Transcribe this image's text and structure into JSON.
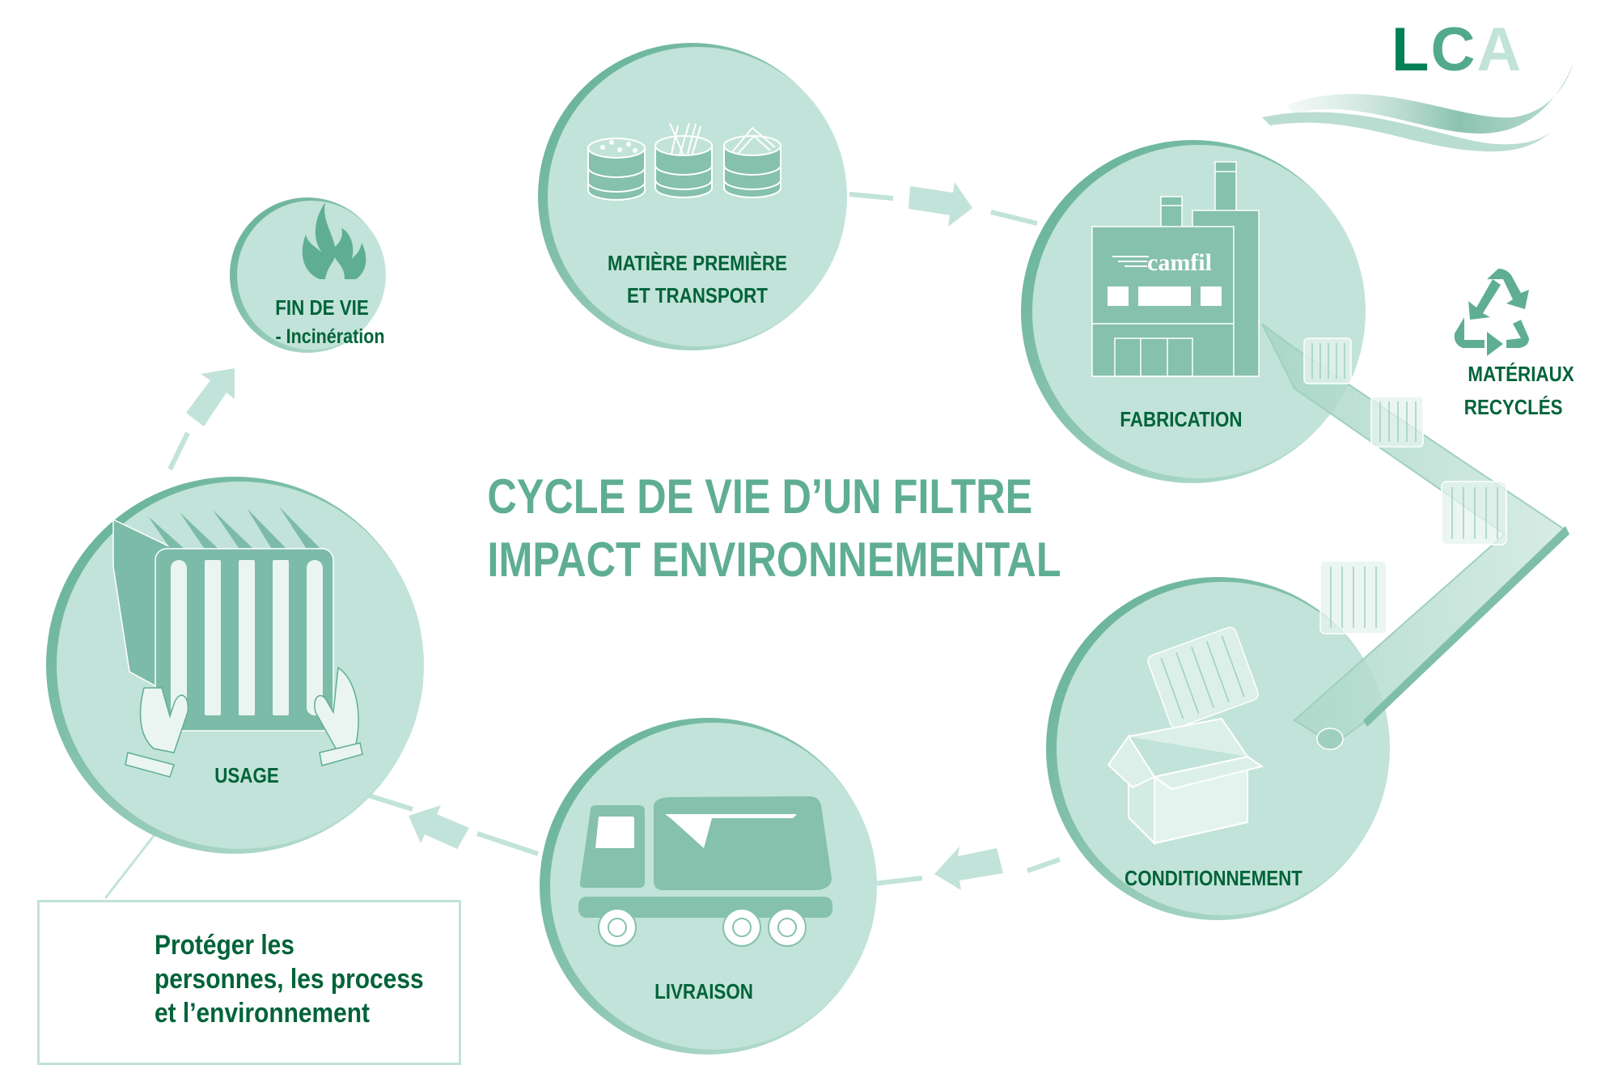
{
  "logo": {
    "letters": [
      "L",
      "C",
      "A"
    ],
    "colors": [
      "#008054",
      "#52a98d",
      "#c0e2d8"
    ]
  },
  "title": {
    "line1": "CYCLE DE VIE D’UN FILTRE",
    "line2": "IMPACT ENVIRONNEMENTAL"
  },
  "stages": [
    {
      "id": "matiere",
      "label_line1": "MATIÈRE PREMIÈRE",
      "label_line2": "ET TRANSPORT",
      "icon": "material-barrels-icon"
    },
    {
      "id": "fabrication",
      "label_line1": "FABRICATION",
      "icon": "factory-icon",
      "brand": "camfil"
    },
    {
      "id": "conditionnement",
      "label_line1": "CONDITIONNEMENT",
      "icon": "packaging-box-icon"
    },
    {
      "id": "livraison",
      "label_line1": "LIVRAISON",
      "icon": "delivery-truck-icon"
    },
    {
      "id": "usage",
      "label_line1": "USAGE",
      "icon": "filter-in-hands-icon"
    },
    {
      "id": "fin_de_vie",
      "label_line1": "FIN DE VIE",
      "label_line2": "- Incinération",
      "icon": "flame-icon"
    }
  ],
  "recycled": {
    "label_line1": "MATÉRIAUX",
    "label_line2": "RECYCLÉS",
    "icon": "recycle-icon"
  },
  "note": {
    "line1": "Protéger les",
    "line2": "personnes, les process",
    "line3": "et l’environnement",
    "icon": "leaves-in-hand-icon"
  },
  "colors": {
    "circle_fill": "#c2e3d9",
    "circle_edge": "#6fb49c",
    "icon_fill": "#85c1ad",
    "label_text": "#00633a",
    "title_text": "#5fae94",
    "arrow_fill": "#c2e3d9"
  }
}
